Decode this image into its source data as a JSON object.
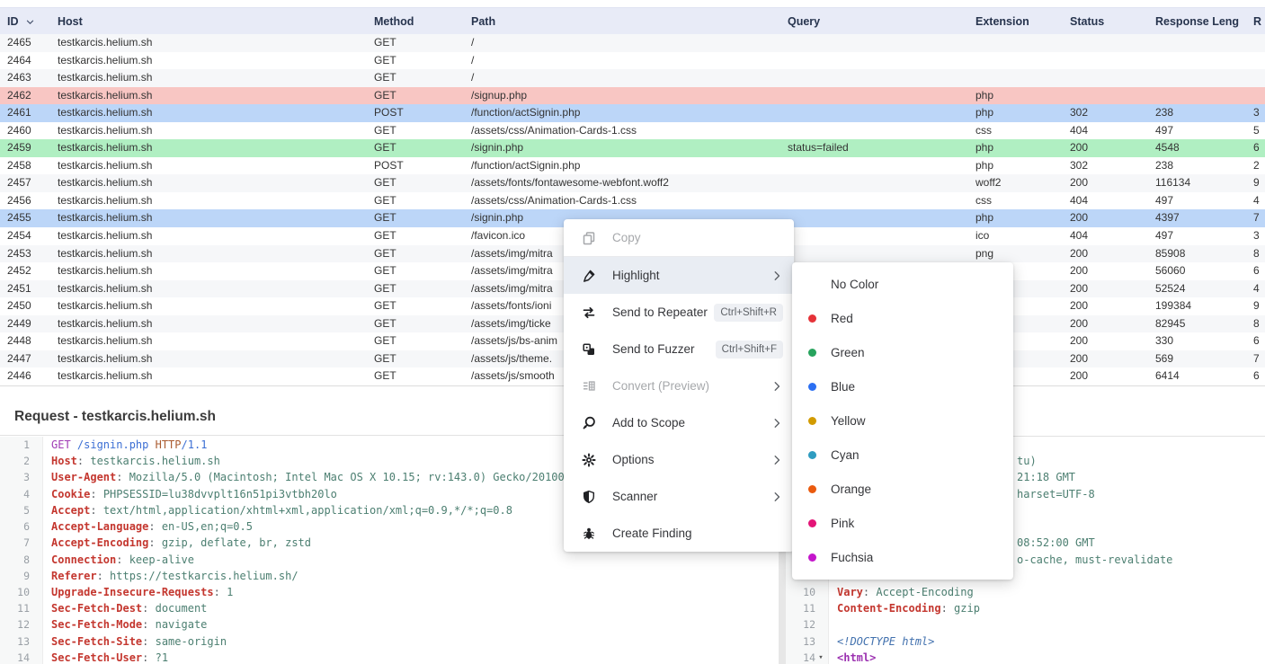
{
  "table": {
    "columns": [
      "ID",
      "Host",
      "Method",
      "Path",
      "Query",
      "Extension",
      "Status",
      "Response Leng",
      "R"
    ],
    "rows": [
      {
        "id": 2465,
        "host": "testkarcis.helium.sh",
        "method": "GET",
        "path": "/",
        "query": "",
        "ext": "",
        "status": "",
        "len": "",
        "r": "",
        "hl": null
      },
      {
        "id": 2464,
        "host": "testkarcis.helium.sh",
        "method": "GET",
        "path": "/",
        "query": "",
        "ext": "",
        "status": "",
        "len": "",
        "r": "",
        "hl": null
      },
      {
        "id": 2463,
        "host": "testkarcis.helium.sh",
        "method": "GET",
        "path": "/",
        "query": "",
        "ext": "",
        "status": "",
        "len": "",
        "r": "",
        "hl": null
      },
      {
        "id": 2462,
        "host": "testkarcis.helium.sh",
        "method": "GET",
        "path": "/signup.php",
        "query": "",
        "ext": "php",
        "status": "",
        "len": "",
        "r": "",
        "hl": "red"
      },
      {
        "id": 2461,
        "host": "testkarcis.helium.sh",
        "method": "POST",
        "path": "/function/actSignin.php",
        "query": "",
        "ext": "php",
        "status": "302",
        "len": "238",
        "r": "3",
        "hl": "blue"
      },
      {
        "id": 2460,
        "host": "testkarcis.helium.sh",
        "method": "GET",
        "path": "/assets/css/Animation-Cards-1.css",
        "query": "",
        "ext": "css",
        "status": "404",
        "len": "497",
        "r": "5",
        "hl": null
      },
      {
        "id": 2459,
        "host": "testkarcis.helium.sh",
        "method": "GET",
        "path": "/signin.php",
        "query": "status=failed",
        "ext": "php",
        "status": "200",
        "len": "4548",
        "r": "6",
        "hl": "green"
      },
      {
        "id": 2458,
        "host": "testkarcis.helium.sh",
        "method": "POST",
        "path": "/function/actSignin.php",
        "query": "",
        "ext": "php",
        "status": "302",
        "len": "238",
        "r": "2",
        "hl": null
      },
      {
        "id": 2457,
        "host": "testkarcis.helium.sh",
        "method": "GET",
        "path": "/assets/fonts/fontawesome-webfont.woff2",
        "query": "",
        "ext": "woff2",
        "status": "200",
        "len": "116134",
        "r": "9",
        "hl": null
      },
      {
        "id": 2456,
        "host": "testkarcis.helium.sh",
        "method": "GET",
        "path": "/assets/css/Animation-Cards-1.css",
        "query": "",
        "ext": "css",
        "status": "404",
        "len": "497",
        "r": "4",
        "hl": null
      },
      {
        "id": 2455,
        "host": "testkarcis.helium.sh",
        "method": "GET",
        "path": "/signin.php",
        "query": "",
        "ext": "php",
        "status": "200",
        "len": "4397",
        "r": "7",
        "hl": "blue"
      },
      {
        "id": 2454,
        "host": "testkarcis.helium.sh",
        "method": "GET",
        "path": "/favicon.ico",
        "query": "",
        "ext": "ico",
        "status": "404",
        "len": "497",
        "r": "3",
        "hl": null
      },
      {
        "id": 2453,
        "host": "testkarcis.helium.sh",
        "method": "GET",
        "path": "/assets/img/mitra",
        "query": "",
        "ext": "png",
        "status": "200",
        "len": "85908",
        "r": "8",
        "hl": null
      },
      {
        "id": 2452,
        "host": "testkarcis.helium.sh",
        "method": "GET",
        "path": "/assets/img/mitra",
        "query": "",
        "ext": "",
        "status": "200",
        "len": "56060",
        "r": "6",
        "hl": null
      },
      {
        "id": 2451,
        "host": "testkarcis.helium.sh",
        "method": "GET",
        "path": "/assets/img/mitra",
        "query": "",
        "ext": "",
        "status": "200",
        "len": "52524",
        "r": "4",
        "hl": null
      },
      {
        "id": 2450,
        "host": "testkarcis.helium.sh",
        "method": "GET",
        "path": "/assets/fonts/ioni",
        "query": "",
        "ext": "",
        "status": "200",
        "len": "199384",
        "r": "9",
        "hl": null
      },
      {
        "id": 2449,
        "host": "testkarcis.helium.sh",
        "method": "GET",
        "path": "/assets/img/ticke",
        "query": "",
        "ext": "",
        "status": "200",
        "len": "82945",
        "r": "8",
        "hl": null
      },
      {
        "id": 2448,
        "host": "testkarcis.helium.sh",
        "method": "GET",
        "path": "/assets/js/bs-anim",
        "query": "",
        "ext": "",
        "status": "200",
        "len": "330",
        "r": "6",
        "hl": null
      },
      {
        "id": 2447,
        "host": "testkarcis.helium.sh",
        "method": "GET",
        "path": "/assets/js/theme.",
        "query": "",
        "ext": "",
        "status": "200",
        "len": "569",
        "r": "7",
        "hl": null
      },
      {
        "id": 2446,
        "host": "testkarcis.helium.sh",
        "method": "GET",
        "path": "/assets/js/smooth",
        "query": "",
        "ext": "",
        "status": "200",
        "len": "6414",
        "r": "6",
        "hl": null
      }
    ],
    "highlight_colors": {
      "red": "#f8c6c3",
      "blue": "#bcd6f8",
      "green": "#b0efc2"
    }
  },
  "context_menu": {
    "items": [
      {
        "label": "Copy",
        "icon": "copy-icon",
        "disabled": true
      },
      {
        "divider": true
      },
      {
        "label": "Highlight",
        "icon": "highlighter-icon",
        "chevron": true,
        "hover": true
      },
      {
        "label": "Send to Repeater",
        "icon": "send-to-repeater-icon",
        "badge": "Ctrl+Shift+R"
      },
      {
        "label": "Send to Fuzzer",
        "icon": "send-to-fuzzer-icon",
        "badge": "Ctrl+Shift+F"
      },
      {
        "label": "Convert (Preview)",
        "icon": "convert-icon",
        "chevron": true,
        "disabled": true
      },
      {
        "label": "Add to Scope",
        "icon": "add-to-scope-icon",
        "chevron": true
      },
      {
        "label": "Options",
        "icon": "gear-icon",
        "chevron": true
      },
      {
        "label": "Scanner",
        "icon": "shield-icon",
        "chevron": true
      },
      {
        "label": "Create Finding",
        "icon": "bug-icon"
      }
    ]
  },
  "color_submenu": {
    "items": [
      {
        "label": "No Color",
        "dot": null
      },
      {
        "label": "Red",
        "dot": "#e53238"
      },
      {
        "label": "Green",
        "dot": "#27a35d"
      },
      {
        "label": "Blue",
        "dot": "#2b6ff2"
      },
      {
        "label": "Yellow",
        "dot": "#d29b00"
      },
      {
        "label": "Cyan",
        "dot": "#2f9cc0"
      },
      {
        "label": "Orange",
        "dot": "#ea5a0e"
      },
      {
        "label": "Pink",
        "dot": "#e31577"
      },
      {
        "label": "Fuchsia",
        "dot": "#c415cb"
      }
    ]
  },
  "request_panel": {
    "title": "Request - testkarcis.helium.sh",
    "lines": [
      {
        "n": 1,
        "s": [
          [
            "GET ",
            "m"
          ],
          [
            "/signin.php ",
            "p"
          ],
          [
            "HTTP",
            "pr"
          ],
          [
            "/1.1",
            "p"
          ]
        ]
      },
      {
        "n": 2,
        "s": [
          [
            "Host",
            "h"
          ],
          [
            ": ",
            "pu"
          ],
          [
            "testkarcis.helium.sh",
            "v"
          ]
        ]
      },
      {
        "n": 3,
        "s": [
          [
            "User-Agent",
            "h"
          ],
          [
            ": ",
            "pu"
          ],
          [
            "Mozilla/5.0 (Macintosh; Intel Mac OS X 10.15; rv:143.0) Gecko/20100101 Firefox/143.0",
            "v"
          ]
        ]
      },
      {
        "n": 4,
        "s": [
          [
            "Cookie",
            "h"
          ],
          [
            ": ",
            "pu"
          ],
          [
            "PHPSESSID=lu38dvvplt16n51pi3vtbh20lo",
            "v"
          ]
        ]
      },
      {
        "n": 5,
        "s": [
          [
            "Accept",
            "h"
          ],
          [
            ": ",
            "pu"
          ],
          [
            "text/html,application/xhtml+xml,application/xml;q=0.9,*/*;q=0.8",
            "v"
          ]
        ]
      },
      {
        "n": 6,
        "s": [
          [
            "Accept-Language",
            "h"
          ],
          [
            ": ",
            "pu"
          ],
          [
            "en-US,en;q=0.5",
            "v"
          ]
        ]
      },
      {
        "n": 7,
        "s": [
          [
            "Accept-Encoding",
            "h"
          ],
          [
            ": ",
            "pu"
          ],
          [
            "gzip, deflate, br, zstd",
            "v"
          ]
        ]
      },
      {
        "n": 8,
        "s": [
          [
            "Connection",
            "h"
          ],
          [
            ": ",
            "pu"
          ],
          [
            "keep-alive",
            "v"
          ]
        ]
      },
      {
        "n": 9,
        "s": [
          [
            "Referer",
            "h"
          ],
          [
            ": ",
            "pu"
          ],
          [
            "https://testkarcis.helium.sh/",
            "v"
          ]
        ]
      },
      {
        "n": 10,
        "s": [
          [
            "Upgrade-Insecure-Requests",
            "h"
          ],
          [
            ": ",
            "pu"
          ],
          [
            "1",
            "v"
          ]
        ]
      },
      {
        "n": 11,
        "s": [
          [
            "Sec-Fetch-Dest",
            "h"
          ],
          [
            ": ",
            "pu"
          ],
          [
            "document",
            "v"
          ]
        ]
      },
      {
        "n": 12,
        "s": [
          [
            "Sec-Fetch-Mode",
            "h"
          ],
          [
            ": ",
            "pu"
          ],
          [
            "navigate",
            "v"
          ]
        ]
      },
      {
        "n": 13,
        "s": [
          [
            "Sec-Fetch-Site",
            "h"
          ],
          [
            ": ",
            "pu"
          ],
          [
            "same-origin",
            "v"
          ]
        ]
      },
      {
        "n": 14,
        "s": [
          [
            "Sec-Fetch-User",
            "h"
          ],
          [
            ": ",
            "pu"
          ],
          [
            "?1",
            "v"
          ]
        ]
      }
    ]
  },
  "response_panel": {
    "lines": [
      {
        "n": 10,
        "s": [
          [
            "Vary",
            "h"
          ],
          [
            ": ",
            "pu"
          ],
          [
            "Accept-Encoding",
            "v"
          ]
        ]
      },
      {
        "n": 11,
        "s": [
          [
            "Content-Encoding",
            "h"
          ],
          [
            ": ",
            "pu"
          ],
          [
            "gzip",
            "v"
          ]
        ]
      },
      {
        "n": 12,
        "s": []
      },
      {
        "n": 13,
        "s": [
          [
            "<!DOCTYPE html>",
            "d"
          ]
        ]
      },
      {
        "n": 14,
        "s": [
          [
            "<html>",
            "t"
          ]
        ],
        "fold": true
      }
    ],
    "fragments": [
      {
        "line": 2,
        "text": "tu)"
      },
      {
        "line": 3,
        "text": "21:18 GMT"
      },
      {
        "line": 4,
        "text": "harset=UTF-8"
      },
      {
        "line": 7,
        "text": "08:52:00 GMT"
      },
      {
        "line": 8,
        "text": "o-cache, must-revalidate"
      }
    ]
  }
}
